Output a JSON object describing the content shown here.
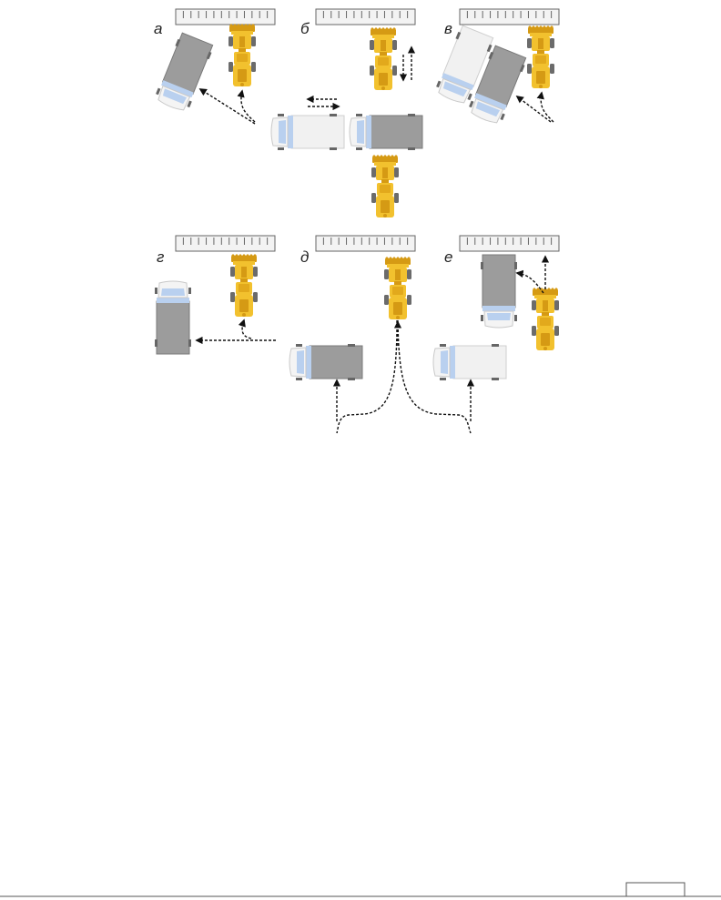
{
  "panels": [
    {
      "id": "a",
      "label": "а"
    },
    {
      "id": "b",
      "label": "б"
    },
    {
      "id": "v",
      "label": "в"
    },
    {
      "id": "g",
      "label": "г"
    },
    {
      "id": "d",
      "label": "д"
    },
    {
      "id": "e",
      "label": "е"
    }
  ],
  "colors": {
    "loader_body": "#f2c12e",
    "loader_dark": "#d59a14",
    "loader_tire": "#6b6b6b",
    "truck_cargo_loaded": "#9c9c9c",
    "truck_cargo_empty": "#f1f1f1",
    "truck_cab": "#f4f4f4",
    "truck_window": "#b9d0ef",
    "wall_fill": "#f3f3f3",
    "wall_stroke": "#666666",
    "arrow": "#111111"
  }
}
